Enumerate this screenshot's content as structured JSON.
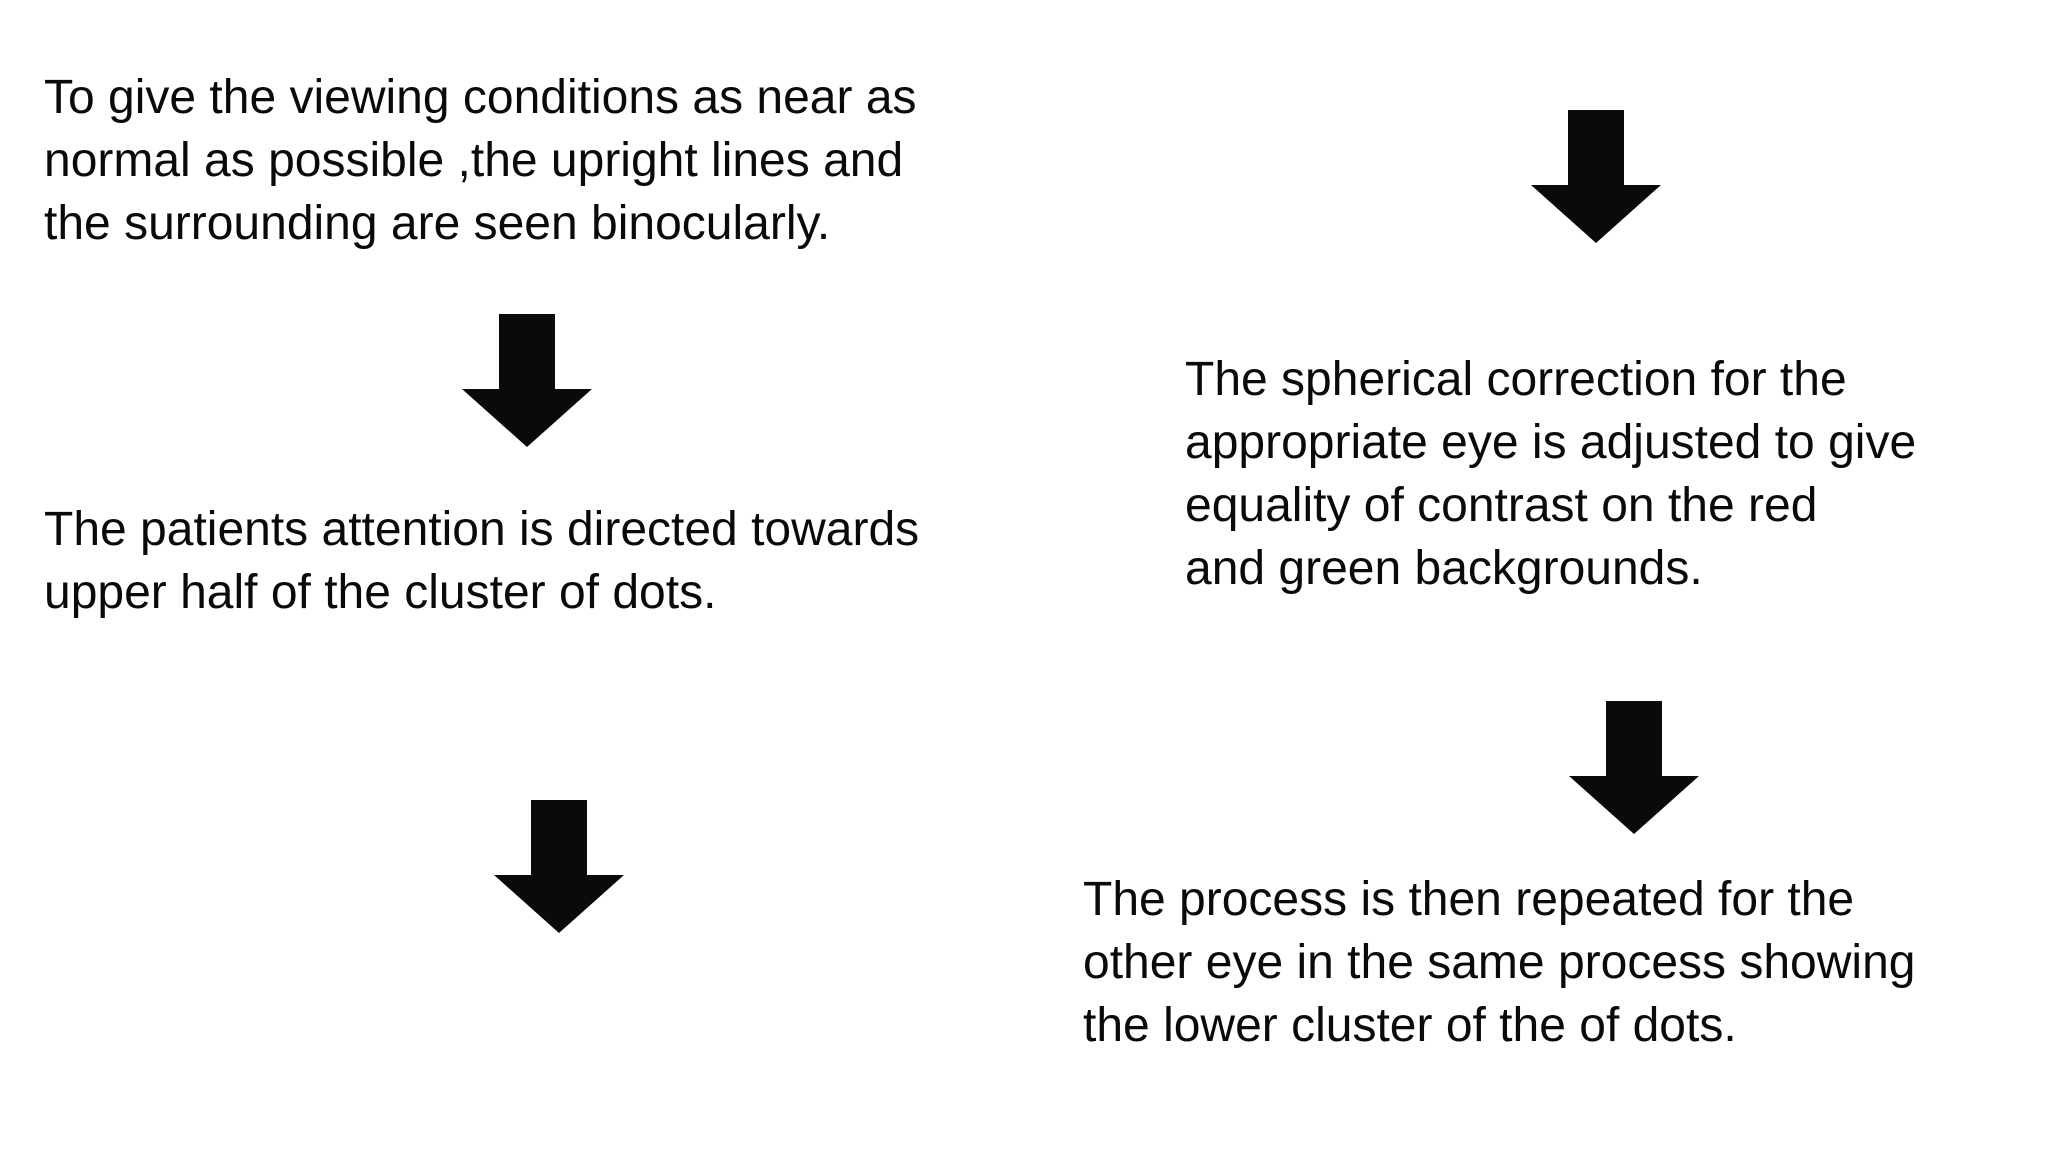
{
  "slide": {
    "background_color": "#ffffff",
    "text_color": "#0a0a0a",
    "arrow_color": "#0a0a0a"
  },
  "steps": [
    {
      "name": "viewing-conditions",
      "lines": [
        "To give the viewing conditions as near as",
        "normal as possible ,the upright lines and",
        "the surrounding are seen binocularly."
      ]
    },
    {
      "name": "patient-attention",
      "lines": [
        "The patients attention is directed towards",
        "upper half of the cluster of dots."
      ]
    },
    {
      "name": "spherical-correction",
      "lines": [
        "The spherical correction for the",
        "appropriate eye is adjusted to give",
        "equality of contrast on the red",
        "and green backgrounds."
      ]
    },
    {
      "name": "process-repeated",
      "lines": [
        "The process is then repeated for the",
        "other eye in the same process showing",
        "the lower cluster of the of dots."
      ]
    }
  ],
  "arrows": [
    {
      "name": "down-arrow-1"
    },
    {
      "name": "down-arrow-2"
    },
    {
      "name": "down-arrow-3"
    },
    {
      "name": "down-arrow-4"
    }
  ]
}
